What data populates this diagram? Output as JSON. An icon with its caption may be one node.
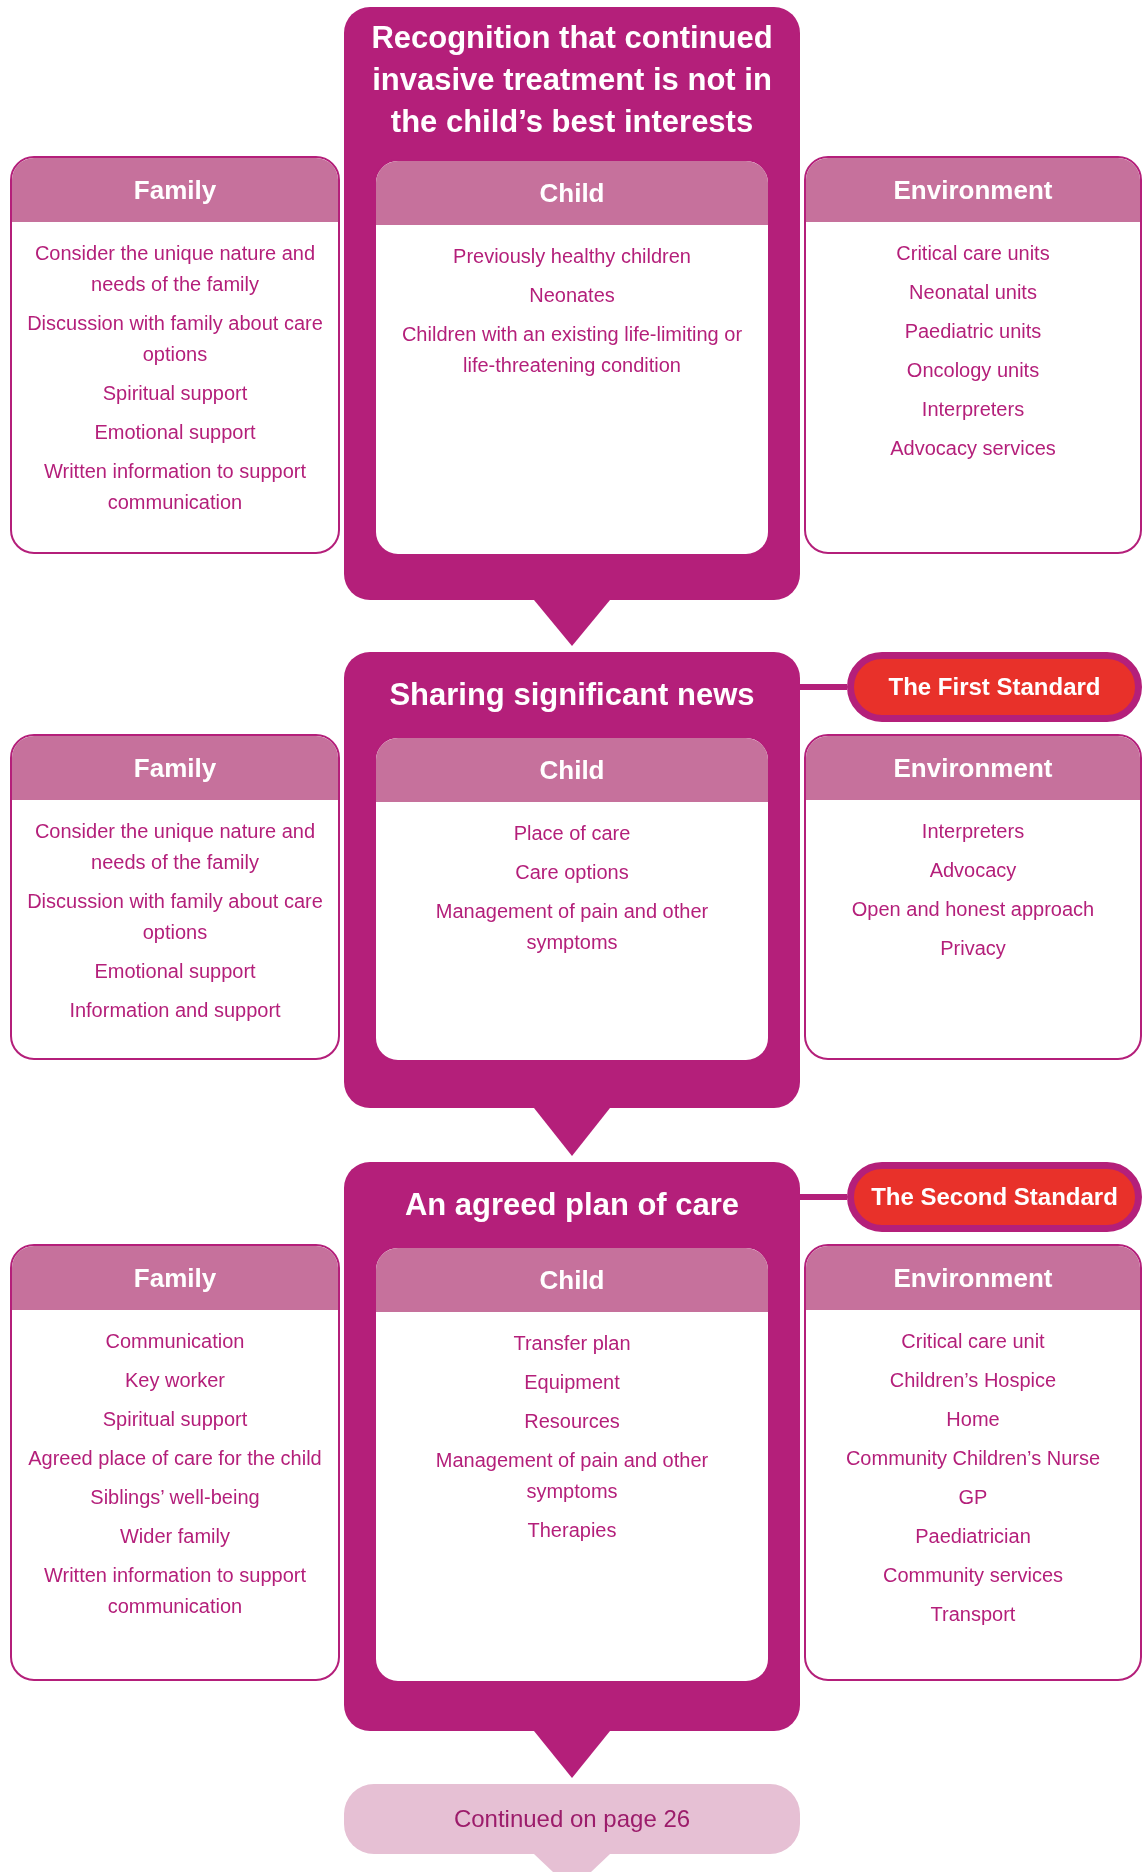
{
  "diagram": {
    "nodes": [
      {
        "text": [
          "Recognition that continued invasive treatment is not in the child’s best interests"
        ]
      },
      {
        "text": [
          "Family",
          "Consider the unique nature and needs of the family",
          "Discussion with family about care options",
          "Spiritual support",
          "Emotional support",
          "Written information to support communication"
        ]
      },
      {
        "text": [
          "Child",
          "Previously healthy children",
          "Neonates",
          "Children with an existing life-limiting or life-threatening condition"
        ],
        "in": 0
      },
      {
        "text": [
          "Environment",
          "Critical care units",
          "Neonatal units",
          "Paediatric units",
          "Oncology units",
          "Interpreters",
          "Advocacy services"
        ]
      },
      {
        "text": [
          "Sharing significant news"
        ]
      },
      {
        "text": [
          "The First Standard"
        ]
      },
      {
        "text": [
          "Family",
          "Consider the unique nature and needs of the family",
          "Discussion with family about care options",
          "Emotional support",
          "Information and support"
        ]
      },
      {
        "text": [
          "Child",
          "Place of care",
          "Care options",
          "Management of pain and other symptoms"
        ],
        "in": 4
      },
      {
        "text": [
          "Environment",
          "Interpreters",
          "Advocacy",
          "Open and honest approach",
          "Privacy"
        ]
      },
      {
        "text": [
          "An agreed plan of care"
        ]
      },
      {
        "text": [
          "The Second Standard"
        ]
      },
      {
        "text": [
          "Family",
          "Communication",
          "Key worker",
          "Spiritual support",
          "Agreed place of care for the child",
          "Siblings’ well-being",
          "Wider family",
          "Written information to support communication"
        ]
      },
      {
        "text": [
          "Child",
          "Transfer plan",
          "Equipment",
          "Resources",
          "Management of pain and other symptoms",
          "Therapies"
        ],
        "in": 9
      },
      {
        "text": [
          "Environment",
          "Critical care unit",
          "Children’s Hospice",
          "Home",
          "Community Children’s Nurse",
          "GP",
          "Paediatrician",
          "Community services",
          "Transport"
        ]
      },
      {
        "text": [
          "Continued on page 26"
        ]
      }
    ],
    "edges": [
      {
        "from": 0,
        "to": 4,
        "arrow": "to"
      },
      {
        "from": 4,
        "to": 5,
        "arrow": "none"
      },
      {
        "from": 4,
        "to": 9,
        "arrow": "to"
      },
      {
        "from": 9,
        "to": 10,
        "arrow": "none"
      },
      {
        "from": 9,
        "to": 14,
        "arrow": "to"
      },
      {
        "from": 14,
        "to": null,
        "arrow": "to"
      }
    ]
  }
}
